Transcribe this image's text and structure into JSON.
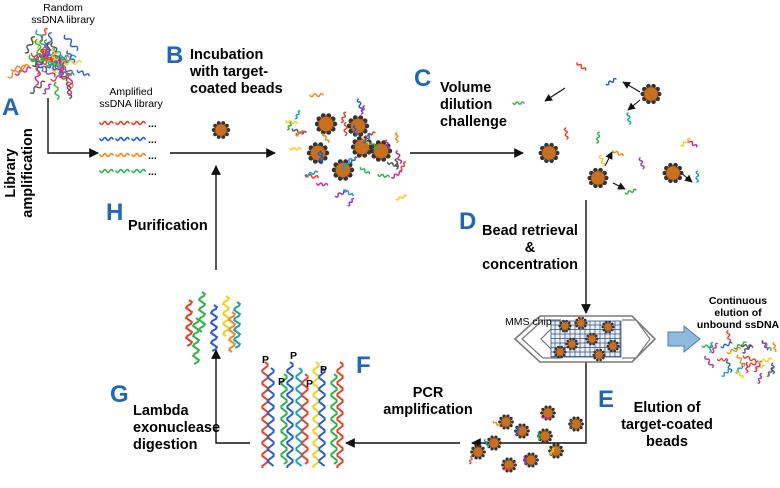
{
  "letters": {
    "a": "A",
    "b": "B",
    "c": "C",
    "d": "D",
    "e": "E",
    "f": "F",
    "g": "G",
    "h": "H"
  },
  "steps": {
    "library_amplification": "Library amplification",
    "incubation": [
      "Incubation",
      "with target-",
      "coated beads"
    ],
    "volume_dilution": [
      "Volume",
      "dilution",
      "challenge"
    ],
    "bead_retrieval": [
      "Bead retrieval",
      "&",
      "concentration"
    ],
    "elution": [
      "Elution of",
      "target-coated",
      "beads"
    ],
    "pcr": [
      "PCR",
      "amplification"
    ],
    "lambda": [
      "Lambda",
      "exonuclease",
      "digestion"
    ],
    "purification": "Purification"
  },
  "notes": {
    "random_library": [
      "Random",
      "ssDNA library"
    ],
    "amplified_library": [
      "Amplified",
      "ssDNA library"
    ],
    "mms_chip": "MMS chip",
    "continuous_elution": [
      "Continuous",
      "elution of",
      "unbound ssDNA"
    ],
    "ellipsis": "..."
  },
  "markers": {
    "phosphate": "P"
  },
  "colors": {
    "letter": "#2167b8",
    "bead": "#c8701f",
    "bead_knob": "#333333",
    "chip_grid": "#2d4f8e",
    "flow_arrow": "#8fb9df",
    "strands": [
      "#e8402a",
      "#2a5bd6",
      "#2db34a",
      "#f0d21c",
      "#9b36c7",
      "#17a3b5",
      "#f08a1c",
      "#d6248a",
      "#555555"
    ]
  }
}
